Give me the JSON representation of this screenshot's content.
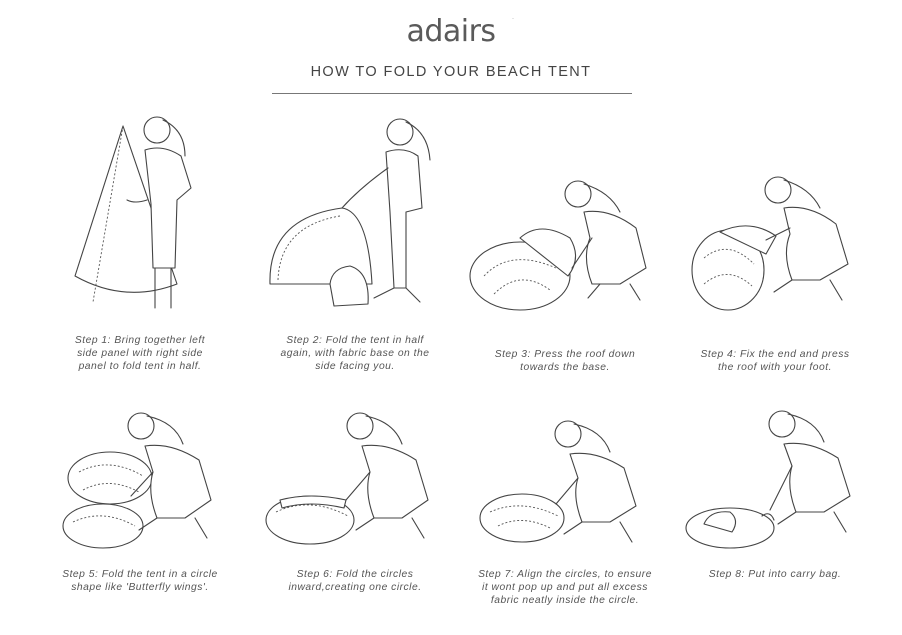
{
  "brand": "adairs",
  "title": "HOW TO FOLD YOUR BEACH TENT",
  "steps": [
    {
      "caption": "Step 1: Bring together left\nside panel with right side\npanel to fold tent in half."
    },
    {
      "caption": "Step 2: Fold the tent in half\nagain, with fabric base on the\nside facing you."
    },
    {
      "caption": "Step 3: Press the roof down\ntowards the base."
    },
    {
      "caption": "Step 4: Fix the end and press\nthe roof with your foot."
    },
    {
      "caption": "Step 5: Fold the tent in a circle\nshape like 'Butterfly wings'."
    },
    {
      "caption": "Step 6: Fold the circles\ninward,creating one circle."
    },
    {
      "caption": "Step 7: Align the circles, to ensure\nit wont pop up and put all excess\nfabric neatly inside the circle."
    },
    {
      "caption": "Step 8: Put into carry bag."
    }
  ]
}
